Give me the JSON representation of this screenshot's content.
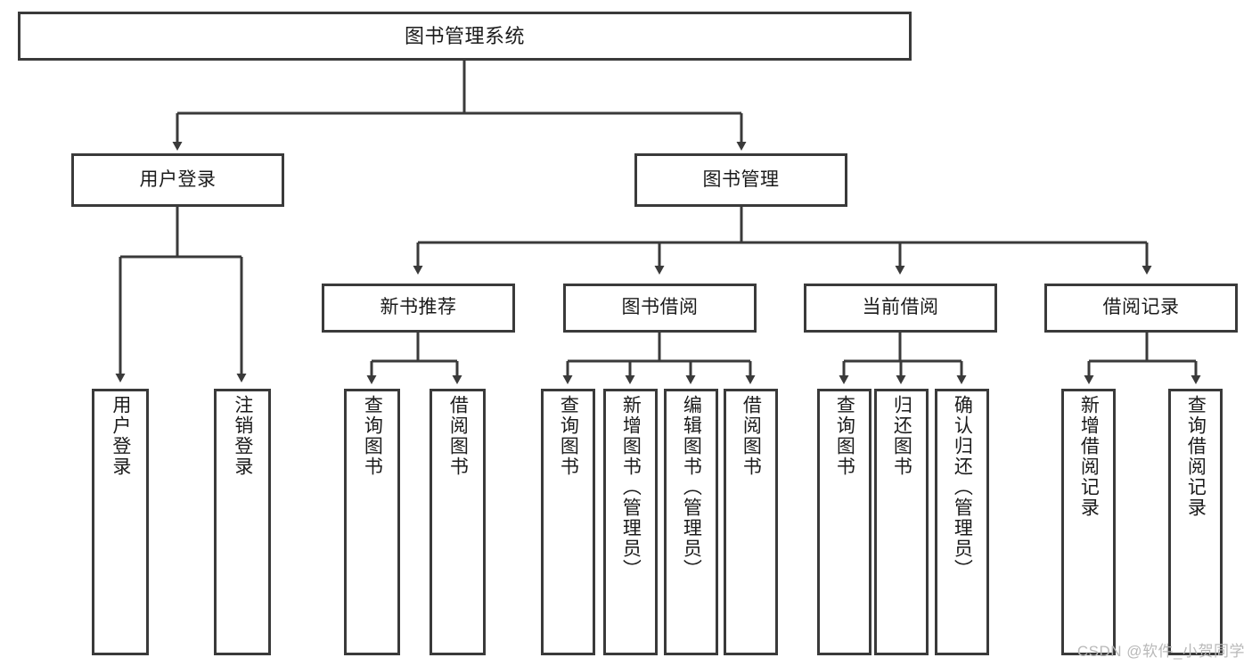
{
  "diagram": {
    "type": "tree",
    "orientation": "top-down",
    "title": "图书管理系统",
    "line_color": "#3a3a3a",
    "box_fill": "#ffffff",
    "text_color": "#1b1b1b"
  },
  "root": {
    "label": "图书管理系统"
  },
  "level2": [
    {
      "label": "用户登录"
    },
    {
      "label": "图书管理"
    }
  ],
  "level3": [
    {
      "label": "新书推荐"
    },
    {
      "label": "图书借阅"
    },
    {
      "label": "当前借阅"
    },
    {
      "label": "借阅记录"
    }
  ],
  "leaves": {
    "user_login": [
      {
        "label": "用户登录"
      },
      {
        "label": "注销登录"
      }
    ],
    "new_book": [
      {
        "label": "查询图书"
      },
      {
        "label": "借阅图书"
      }
    ],
    "book_borrow": [
      {
        "label": "查询图书"
      },
      {
        "label": "新增图书（管理员）"
      },
      {
        "label": "编辑图书（管理员）"
      },
      {
        "label": "借阅图书"
      }
    ],
    "current_borrow": [
      {
        "label": "查询图书"
      },
      {
        "label": "归还图书"
      },
      {
        "label": "确认归还（管理员）"
      }
    ],
    "borrow_record": [
      {
        "label": "新增借阅记录"
      },
      {
        "label": "查询借阅记录"
      }
    ]
  },
  "watermark": {
    "text": "CSDN @软件_小贺同学"
  }
}
